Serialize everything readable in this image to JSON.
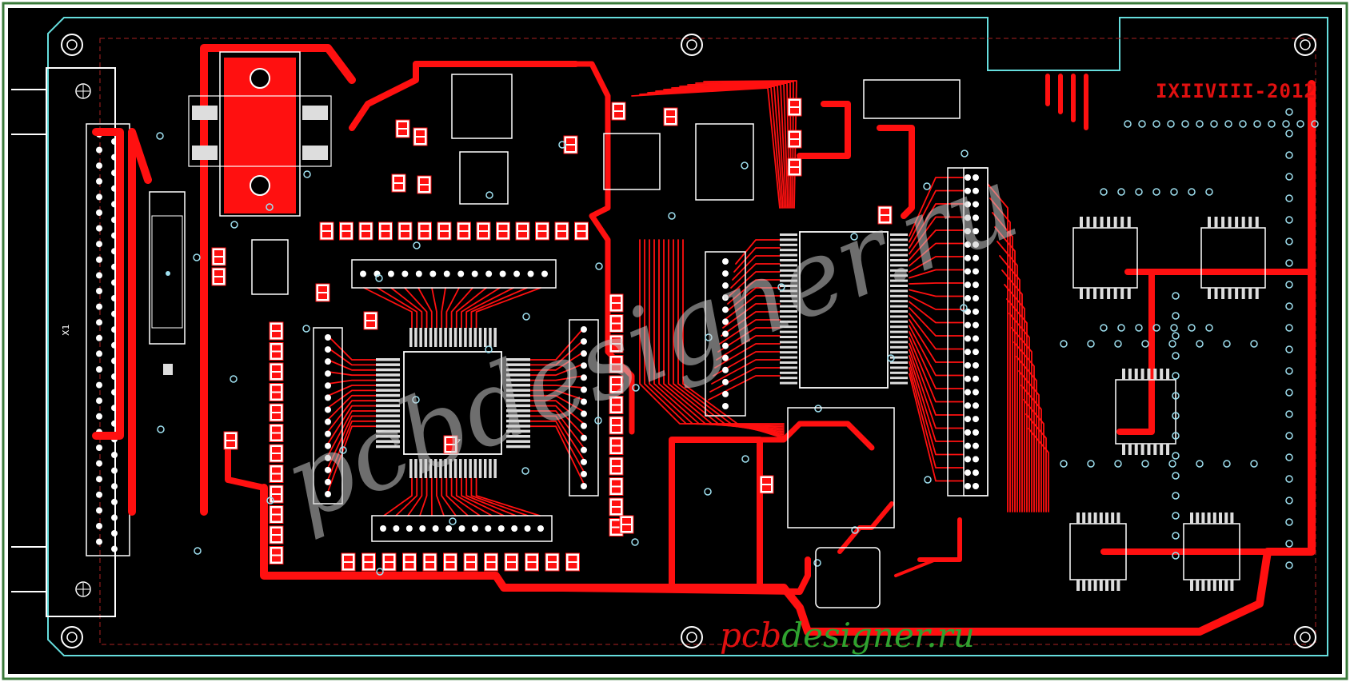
{
  "board": {
    "silkscreen_date": "IXIIVIII-2012",
    "connector_designator": "X1",
    "watermark_center": "pcbdesigner.ru",
    "watermark_bottom_red": "pcb",
    "watermark_bottom_green": "designer",
    "watermark_bottom_red2": ".ru",
    "colors": {
      "substrate": "#000000",
      "copper": "#ff0000",
      "silkscreen": "#ffffff",
      "outline": "#66dddd",
      "frame": "#3a7a3a",
      "via": "#9fe0f0"
    }
  }
}
